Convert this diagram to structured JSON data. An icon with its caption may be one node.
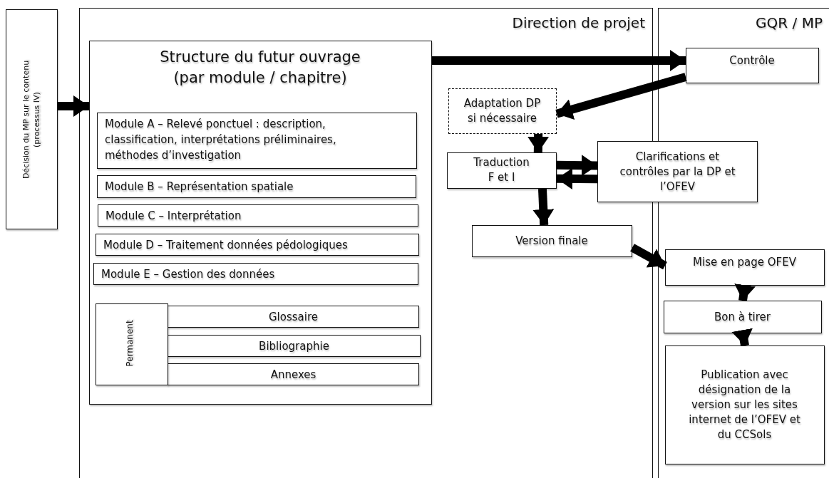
{
  "diagram": {
    "nodes": [
      {
        "text": [
          "Décision du MP sur le contenu (processus IV)"
        ]
      },
      {
        "text": [
          "Direction de projet"
        ]
      },
      {
        "text": [
          "GQR / MP"
        ]
      },
      {
        "text": [
          "Structure du futur ouvrage (par module / chapitre)"
        ],
        "in": 1
      },
      {
        "text": [
          "Module A – Relevé ponctuel : description, classification, interprétations préliminaires, méthodes d’investigation"
        ],
        "in": 3
      },
      {
        "text": [
          "Module B – Représentation spatiale"
        ],
        "in": 3
      },
      {
        "text": [
          "Module C – Interprétation"
        ],
        "in": 3
      },
      {
        "text": [
          "Module D – Traitement données pédologiques"
        ],
        "in": 3
      },
      {
        "text": [
          "Module E – Gestion des données"
        ],
        "in": 3
      },
      {
        "text": [
          "Permanent"
        ],
        "in": 3
      },
      {
        "text": [
          "Glossaire"
        ],
        "in": 3
      },
      {
        "text": [
          "Bibliographie"
        ],
        "in": 3
      },
      {
        "text": [
          "Annexes"
        ],
        "in": 3
      },
      {
        "text": [
          "Adaptation DP si nécessaire"
        ],
        "in": 1
      },
      {
        "text": [
          "Traduction F et I"
        ],
        "in": 1
      },
      {
        "text": [
          "Clarifications et contrôles par la DP et l’OFEV"
        ]
      },
      {
        "text": [
          "Version finale"
        ],
        "in": 1
      },
      {
        "text": [
          "Contrôle"
        ],
        "in": 2
      },
      {
        "text": [
          "Mise en page OFEV"
        ],
        "in": 2
      },
      {
        "text": [
          "Bon à tirer"
        ],
        "in": 2
      },
      {
        "text": [
          "Publication avec désignation de la version sur les sites internet de l’OFEV et du CCSols"
        ],
        "in": 2
      }
    ],
    "edges": [
      {
        "from": 0,
        "to": 3,
        "arrow": "to"
      },
      {
        "from": 3,
        "to": 17,
        "arrow": "to"
      },
      {
        "from": 17,
        "to": 13,
        "arrow": "to"
      },
      {
        "from": 13,
        "to": 14,
        "arrow": "to"
      },
      {
        "from": 14,
        "to": 15,
        "arrow": "to"
      },
      {
        "from": 15,
        "to": 14,
        "arrow": "to"
      },
      {
        "from": 14,
        "to": 16,
        "arrow": "to"
      },
      {
        "from": 16,
        "to": 18,
        "arrow": "to"
      },
      {
        "from": 18,
        "to": 19,
        "arrow": "to"
      },
      {
        "from": 19,
        "to": 20,
        "arrow": "to"
      }
    ]
  }
}
